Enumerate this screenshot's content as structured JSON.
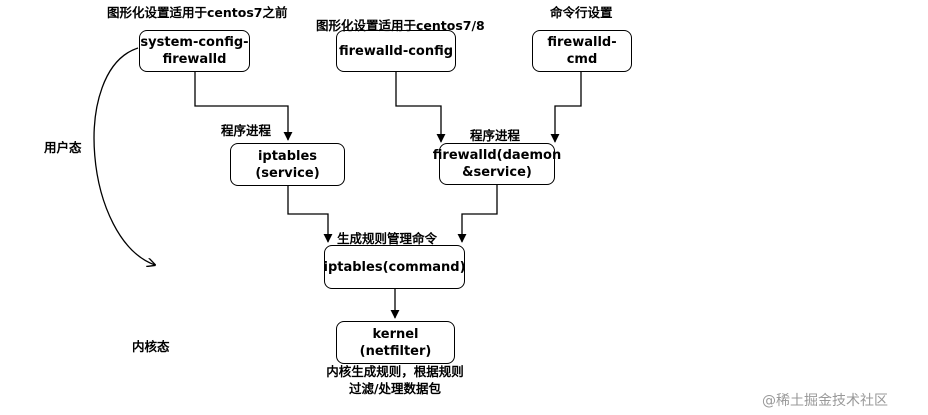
{
  "nodes": {
    "system_config_firewalld": "system-config-\nfirewalld",
    "firewalld_config": "firewalld-config",
    "firewalld_cmd": "firewalld-cmd",
    "iptables_service": "iptables\n(service)",
    "firewalld_daemon": "firewalld(daemon\n&service)",
    "iptables_command": "iptables(command)",
    "kernel": "kernel\n(netfilter)"
  },
  "labels": {
    "gui_before_centos7": "图形化设置适用于centos7之前",
    "gui_centos78": "图形化设置适用于centos7/8",
    "cli_setting": "命令行设置",
    "process_left": "程序进程",
    "process_right": "程序进程",
    "generate_rules_cmd": "生成规则管理命令",
    "user_mode": "用户态",
    "kernel_mode": "内核态",
    "kernel_desc_line1": "内核生成规则，根据规则",
    "kernel_desc_line2": "过滤/处理数据包"
  },
  "watermark": "@稀土掘金技术社区",
  "colors": {
    "line": "#000000",
    "watermark": "#999999"
  }
}
